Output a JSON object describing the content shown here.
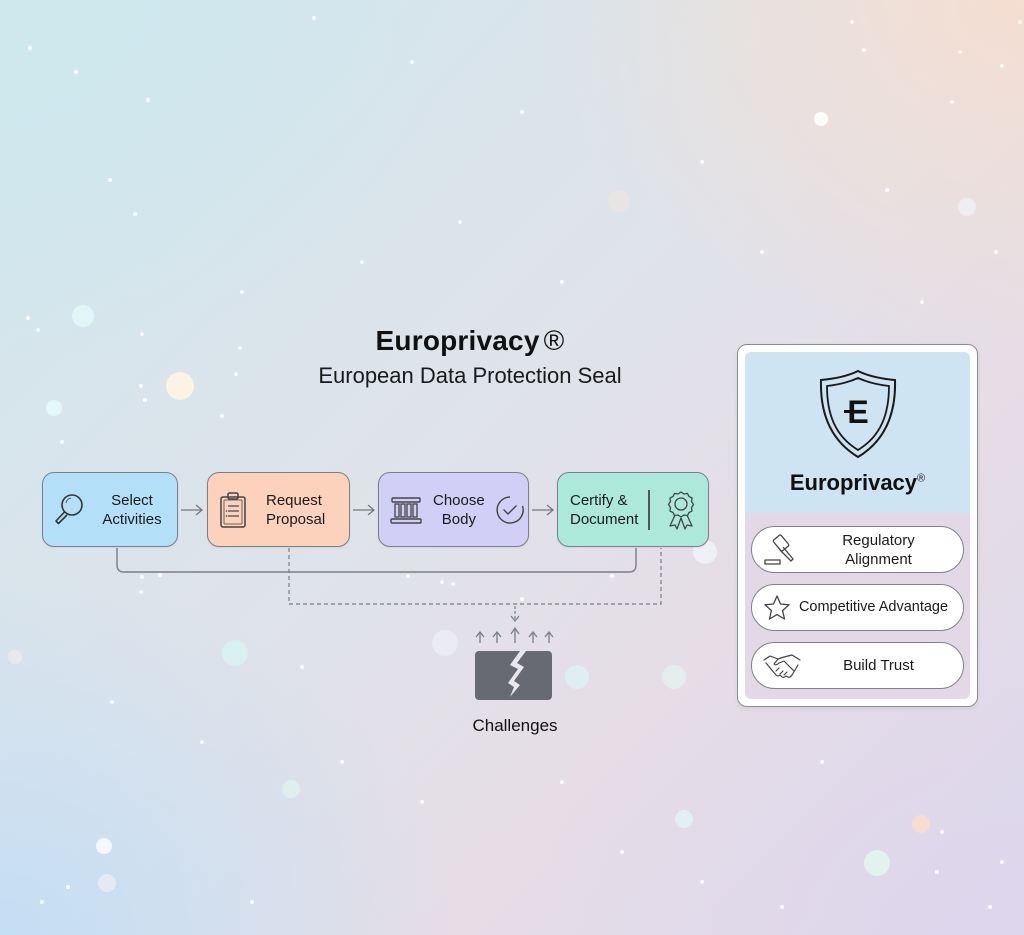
{
  "header": {
    "title": "Europrivacy",
    "title_mark": "®",
    "subtitle": "European Data Protection Seal"
  },
  "process": {
    "steps": [
      {
        "label_line1": "Select",
        "label_line2": "Activities",
        "icon": "magnifier-icon",
        "color": "#b3e0f8"
      },
      {
        "label_line1": "Request",
        "label_line2": "Proposal",
        "icon": "clipboard-icon",
        "color": "#fcd2bd"
      },
      {
        "label_line1": "Choose",
        "label_line2": "Body",
        "icon": "institution-building-icon",
        "secondary_icon": "check-circle-icon",
        "color": "#d2cff6"
      },
      {
        "label_line1": "Certify &",
        "label_line2": "Document",
        "icon": "award-ribbon-icon",
        "color": "#ade9db"
      }
    ],
    "arrow_icon": "arrow-right-icon"
  },
  "challenges": {
    "label": "Challenges",
    "icon": "cracked-block-icon"
  },
  "seal_card": {
    "emblem_icon": "shield-e-icon",
    "emblem_letter": "E",
    "brand": "Europrivacy",
    "brand_mark": "®",
    "benefits": [
      {
        "label_line1": "Regulatory",
        "label_line2": "Alignment",
        "icon": "gavel-icon"
      },
      {
        "label_line1": "Competitive Advantage",
        "label_line2": "",
        "icon": "star-icon"
      },
      {
        "label_line1": "Build Trust",
        "label_line2": "",
        "icon": "handshake-icon"
      }
    ],
    "colors": {
      "top": "#cfe4f3",
      "bottom": "#e2d8e6",
      "border": "#8a8d93"
    }
  }
}
